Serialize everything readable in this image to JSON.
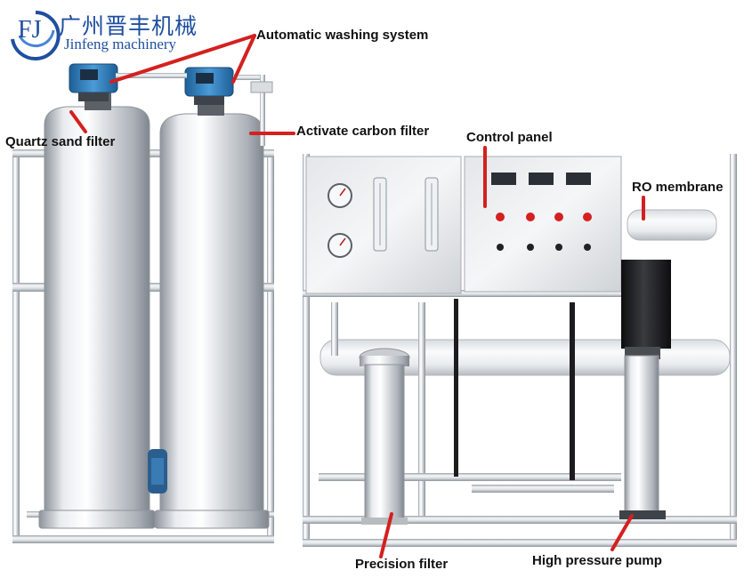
{
  "logo": {
    "monogram": "FJ",
    "name_cn": "广州晋丰机械",
    "name_en": "Jinfeng machinery",
    "color": "#1f4fa0"
  },
  "labels": {
    "automatic_washing_system": "Automatic washing system",
    "quartz_sand_filter": "Quartz sand filter",
    "activate_carbon_filter": "Activate carbon filter",
    "control_panel": "Control panel",
    "ro_membrane": "RO membrane",
    "precision_filter": "Precision filter",
    "high_pressure_pump": "High pressure pump"
  },
  "colors": {
    "pointer": "#d42020",
    "steel_light": "#f2f4f6",
    "steel_mid": "#c9cdd2",
    "steel_dark": "#8e949b",
    "valve_blue": "#2f7fc0",
    "motor_black": "#1c1c1e"
  }
}
